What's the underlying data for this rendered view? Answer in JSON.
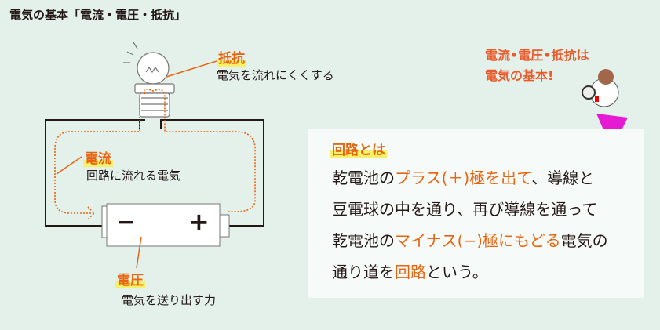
{
  "title": "電気の基本「電流・電圧・抵抗」",
  "labels": {
    "resistance": {
      "term": "抵抗",
      "desc": "電気を流れにくくする"
    },
    "current": {
      "term": "電流",
      "desc": "回路に流れる電気"
    },
    "voltage": {
      "term": "電圧",
      "desc": "電気を送り出す力"
    }
  },
  "battery": {
    "minus": "−",
    "plus": "+"
  },
  "cheer": {
    "line1": "電流•電圧•抵抗は",
    "line2": "電気の基本!"
  },
  "panel": {
    "heading": "回路とは",
    "lines": [
      [
        {
          "t": "乾電池の"
        },
        {
          "t": "プラス(＋)極を出て",
          "o": 1
        },
        {
          "t": "、導線と"
        }
      ],
      [
        {
          "t": "豆電球の中を通り、再び導線を通って"
        }
      ],
      [
        {
          "t": "乾電池の"
        },
        {
          "t": "マイナス(−)極にもどる",
          "o": 1
        },
        {
          "t": "電気の"
        }
      ],
      [
        {
          "t": "通り道を"
        },
        {
          "t": "回路",
          "o": 1
        },
        {
          "t": "という。"
        }
      ]
    ]
  },
  "colors": {
    "accent": "#e8650f",
    "highlight": "#f6f06a",
    "background": "#e3f1ea"
  }
}
